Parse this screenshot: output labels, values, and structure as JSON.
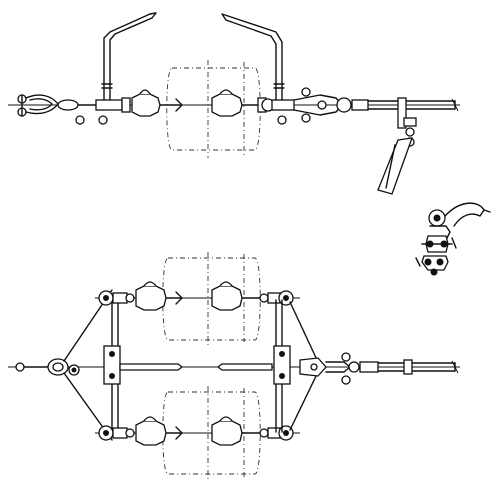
{
  "figure": {
    "background": "#ffffff",
    "line_color": "#111111",
    "assemblies": [
      {
        "name": "single-insulator-string-with-arcing-horns"
      },
      {
        "name": "suspension-clamp-detail"
      },
      {
        "name": "double-insulator-string-with-yoke-plates"
      }
    ]
  }
}
